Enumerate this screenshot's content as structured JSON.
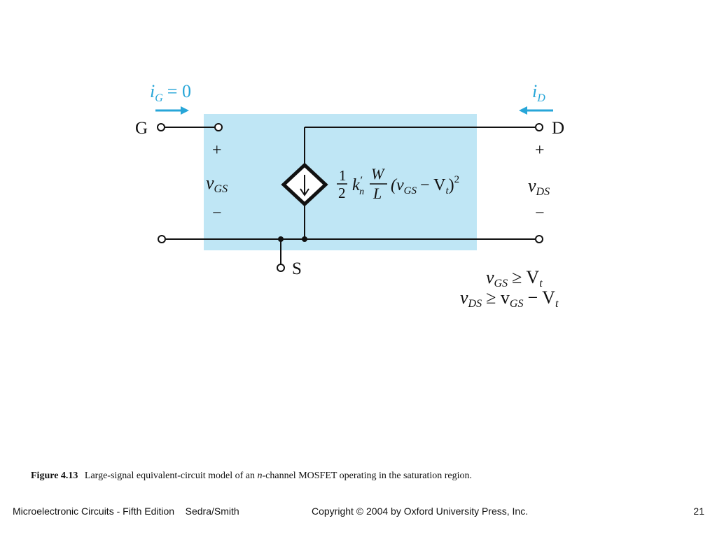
{
  "diagram": {
    "ig_label": "i",
    "ig_sub": "G",
    "ig_eq": "= 0",
    "id_label": "i",
    "id_sub": "D",
    "gate": "G",
    "drain": "D",
    "source": "S",
    "vgs_plus": "+",
    "vgs_minus": "−",
    "vgs_v": "v",
    "vgs_sub": "GS",
    "vds_plus": "+",
    "vds_minus": "−",
    "vds_v": "v",
    "vds_sub": "DS",
    "formula_num": "1",
    "formula_den": "2",
    "formula_k": "k",
    "formula_prime": "′",
    "formula_n": "n",
    "formula_W": "W",
    "formula_L": "L",
    "formula_body": "(v",
    "formula_gs": "GS",
    "formula_minus": "− V",
    "formula_t": "t",
    "formula_close": ")",
    "formula_sq": "2",
    "cond1_v": "v",
    "cond1_sub": "GS",
    "cond1_rel": "≥ V",
    "cond1_t": "t",
    "cond2_v": "v",
    "cond2_sub": "DS",
    "cond2_rel": "≥ v",
    "cond2_sub2": "GS",
    "cond2_rest": "− V",
    "cond2_t": "t",
    "colors": {
      "box_fill": "#bfe6f5",
      "arrow": "#27a6d8",
      "wire": "#111111"
    }
  },
  "caption": {
    "figure_label": "Figure 4.13",
    "text_before": "Large-signal equivalent-circuit model of an ",
    "text_italic": "n",
    "text_after": "-channel MOSFET operating in the saturation region."
  },
  "footer": {
    "left": "Microelectronic Circuits - Fifth Edition    Sedra/Smith",
    "center": "Copyright © 2004 by Oxford University Press, Inc.",
    "page_number": "21"
  }
}
